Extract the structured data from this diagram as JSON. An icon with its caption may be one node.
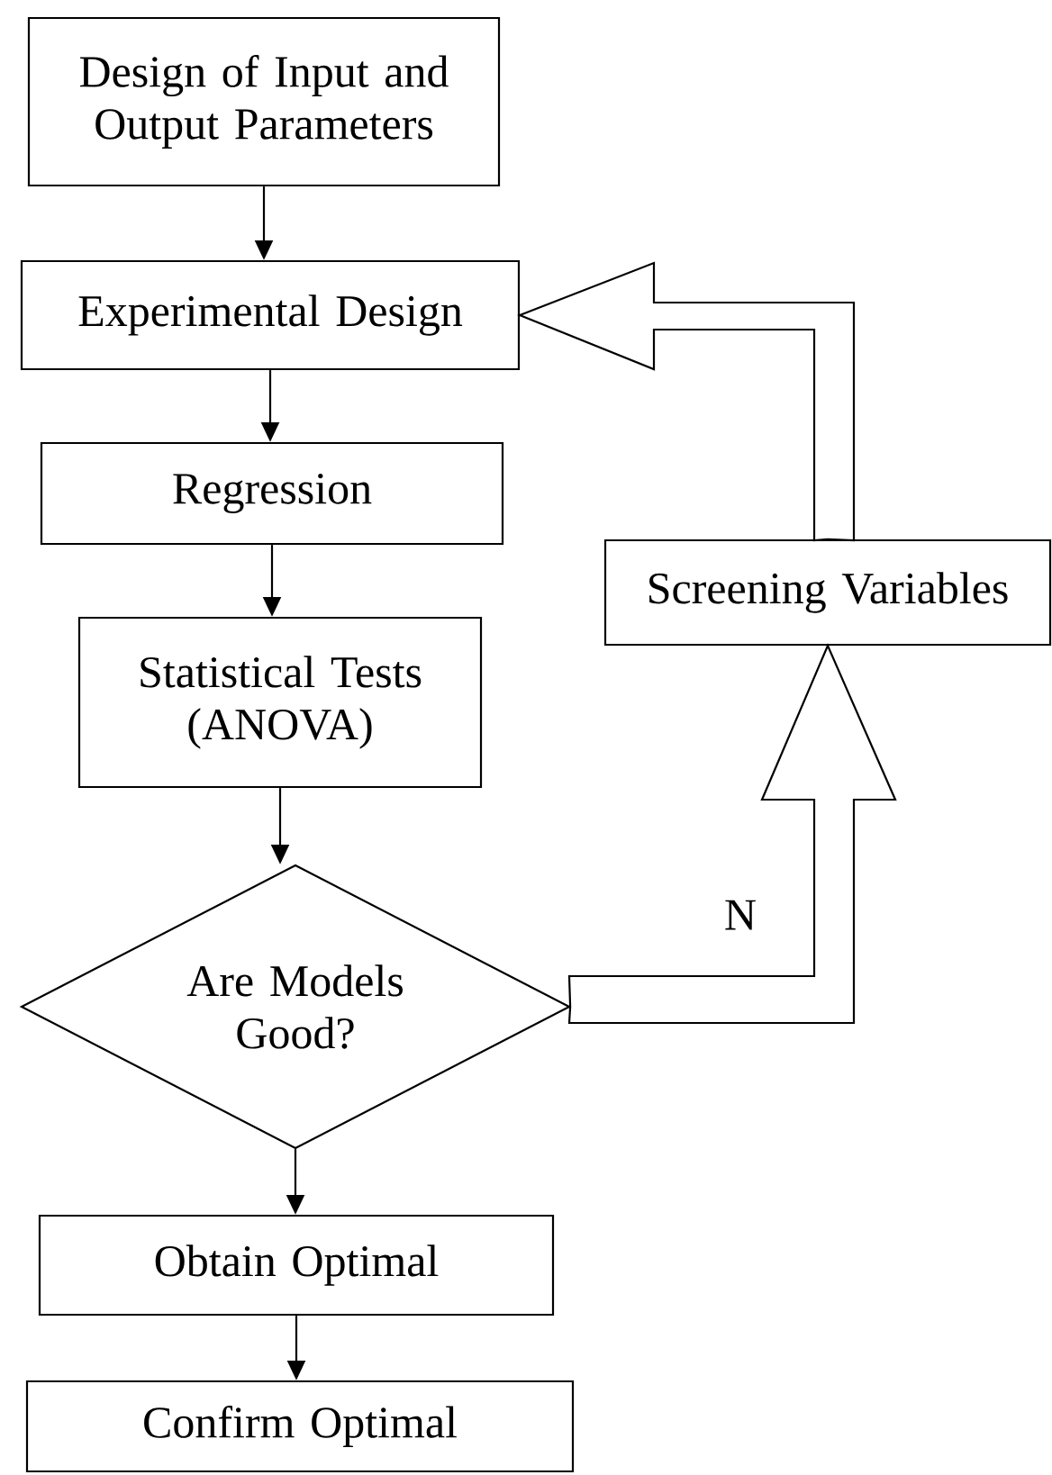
{
  "diagram": {
    "nodes": [
      {
        "text": [
          "Design of Input and Output Parameters"
        ]
      },
      {
        "text": [
          "Experimental Design"
        ]
      },
      {
        "text": [
          "Regression"
        ]
      },
      {
        "text": [
          "Statistical Tests (ANOVA)"
        ]
      },
      {
        "text": [
          "Are Models Good?"
        ]
      },
      {
        "text": [
          "Obtain Optimal"
        ]
      },
      {
        "text": [
          "Confirm Optimal"
        ]
      },
      {
        "text": [
          "Screening Variables"
        ]
      }
    ],
    "edges": [
      {
        "from": 0,
        "to": 1,
        "arrow": "to"
      },
      {
        "from": 1,
        "to": 2,
        "arrow": "to"
      },
      {
        "from": 2,
        "to": 3,
        "arrow": "to"
      },
      {
        "from": 3,
        "to": 4,
        "arrow": "to"
      },
      {
        "from": 4,
        "to": 5,
        "arrow": "to"
      },
      {
        "from": 5,
        "to": 6,
        "arrow": "to"
      },
      {
        "from": 4,
        "to": 7,
        "arrow": "to",
        "label": "N",
        "style": "thick"
      },
      {
        "from": 7,
        "to": 1,
        "arrow": "to",
        "style": "thick"
      }
    ]
  }
}
